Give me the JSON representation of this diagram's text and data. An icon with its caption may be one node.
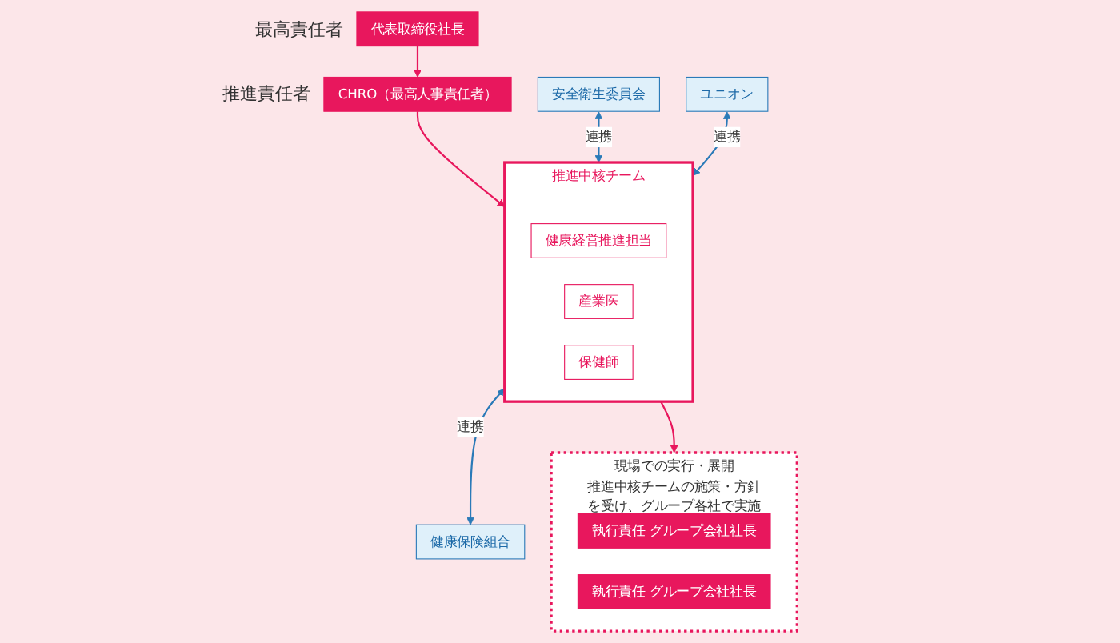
{
  "diagram": {
    "nodes": [
      {
        "text": [
          "代表取締役社長"
        ],
        "beside": [
          "最高責任者"
        ]
      },
      {
        "text": [
          "CHRO（最高人事責任者）"
        ],
        "beside": [
          "推進責任者"
        ]
      },
      {
        "text": [
          "推進中核チーム"
        ]
      },
      {
        "text": [
          "健康経営推進担当"
        ],
        "in": 2
      },
      {
        "text": [
          "産業医"
        ],
        "in": 2
      },
      {
        "text": [
          "保健師"
        ],
        "in": 2
      },
      {
        "text": [
          "安全衛生委員会"
        ]
      },
      {
        "text": [
          "ユニオン"
        ]
      },
      {
        "text": [
          "健康保険組合"
        ]
      },
      {
        "text": [
          "現場での実行・展開",
          "推進中核チームの施策・方針を受け、グループ各社で実施"
        ]
      },
      {
        "text": [
          "執行責任 グループ会社社長"
        ],
        "in": 9
      },
      {
        "text": [
          "執行責任 グループ会社社長"
        ],
        "in": 9
      }
    ],
    "edges": [
      {
        "from": 0,
        "to": 1,
        "arrow": "to",
        "color": "#e8175d"
      },
      {
        "from": 1,
        "to": 2,
        "arrow": "to",
        "color": "#e8175d"
      },
      {
        "from": 6,
        "to": 2,
        "arrow": "both",
        "label": "連携",
        "color": "#2a7ab8"
      },
      {
        "from": 7,
        "to": 2,
        "arrow": "both",
        "label": "連携",
        "color": "#2a7ab8"
      },
      {
        "from": 2,
        "to": 8,
        "arrow": "both",
        "label": "連携",
        "color": "#2a7ab8"
      },
      {
        "from": 2,
        "to": 9,
        "arrow": "to",
        "color": "#e8175d"
      }
    ]
  }
}
